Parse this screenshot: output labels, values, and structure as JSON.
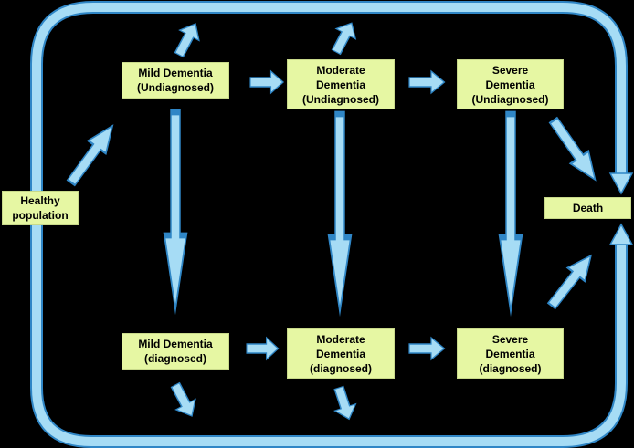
{
  "colors": {
    "background": "#000000",
    "node_fill": "#e6f7a3",
    "arrow_fill": "#a6dcf5",
    "arrow_stroke": "#2f86c6"
  },
  "nodes": {
    "healthy": "Healthy\npopulation",
    "mild_undiagnosed": "Mild Dementia\n(Undiagnosed)",
    "moderate_undiagnosed": "Moderate\nDementia\n(Undiagnosed)",
    "severe_undiagnosed": "Severe\nDementia\n(Undiagnosed)",
    "death": "Death",
    "mild_diagnosed": "Mild Dementia\n(diagnosed)",
    "moderate_diagnosed": "Moderate\nDementia\n(diagnosed)",
    "severe_diagnosed": "Severe\nDementia\n(diagnosed)"
  },
  "edges": [
    [
      "healthy",
      "mild_undiagnosed"
    ],
    [
      "mild_undiagnosed",
      "moderate_undiagnosed"
    ],
    [
      "moderate_undiagnosed",
      "severe_undiagnosed"
    ],
    [
      "severe_undiagnosed",
      "death"
    ],
    [
      "mild_undiagnosed",
      "mild_diagnosed"
    ],
    [
      "moderate_undiagnosed",
      "moderate_diagnosed"
    ],
    [
      "severe_undiagnosed",
      "severe_diagnosed"
    ],
    [
      "mild_diagnosed",
      "moderate_diagnosed"
    ],
    [
      "moderate_diagnosed",
      "severe_diagnosed"
    ],
    [
      "severe_diagnosed",
      "death"
    ],
    [
      "healthy",
      "death"
    ]
  ]
}
